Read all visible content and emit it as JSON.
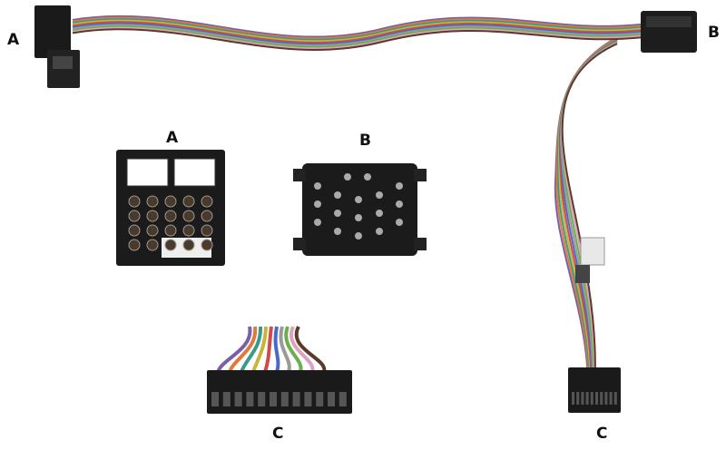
{
  "labels": {
    "harness_a": "A",
    "harness_b": "B",
    "connector_a": "A",
    "connector_b": "B",
    "connector_c": "C",
    "harness_c": "C"
  },
  "colors": {
    "connector": "#1a1a1a",
    "wires": [
      "#7a5ea8",
      "#e07a3a",
      "#3a9a8a",
      "#c8b43a",
      "#d04a4a",
      "#4a6ac8",
      "#9a9a9a",
      "#6ab04a",
      "#e0a0c0",
      "#5a3a2a"
    ]
  }
}
